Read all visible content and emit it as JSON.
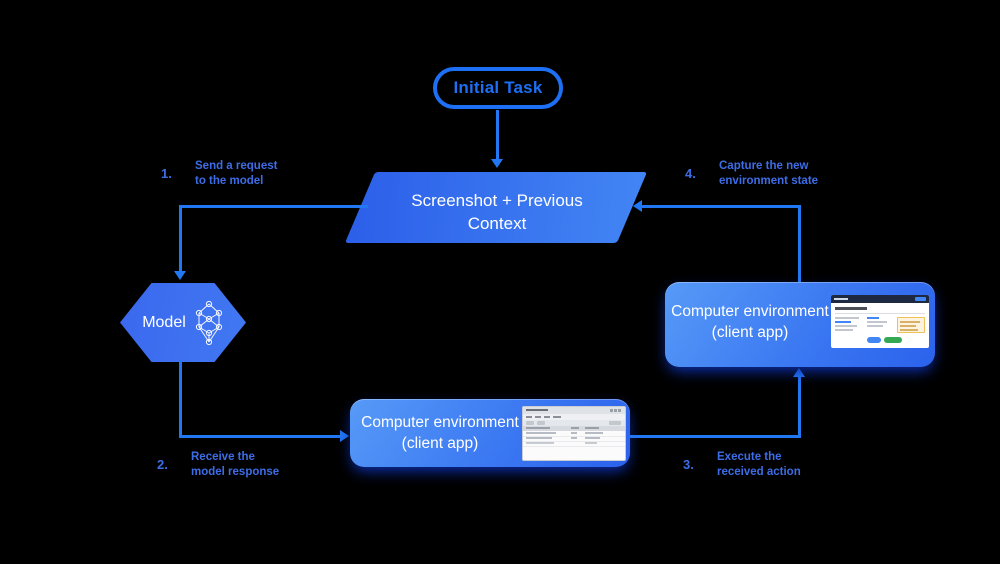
{
  "diagram": {
    "title_node": {
      "label": "Initial Task"
    },
    "context_node": {
      "line1": "Screenshot + Previous",
      "line2": "Context"
    },
    "model_node": {
      "label": "Model",
      "icon": "neural-network-icon"
    },
    "env_right_node": {
      "line1": "Computer environment",
      "line2": "(client app)"
    },
    "env_bottom_node": {
      "line1": "Computer environment",
      "line2": "(client app)"
    },
    "steps": [
      {
        "number": "1.",
        "line1": "Send a request",
        "line2": "to the model"
      },
      {
        "number": "2.",
        "line1": "Receive the",
        "line2": "model response"
      },
      {
        "number": "3.",
        "line1": "Execute the",
        "line2": "received action"
      },
      {
        "number": "4.",
        "line1": "Capture the new",
        "line2": "environment state"
      }
    ],
    "colors": {
      "background": "#000000",
      "accent_blue": "#1d6ff3",
      "connector_blue": "#2277f2",
      "step_label_blue": "#3d6de6",
      "shape_gradient_light": "#579af7",
      "shape_gradient_dark": "#2b62ec",
      "text_on_shape": "#ffffff"
    }
  }
}
